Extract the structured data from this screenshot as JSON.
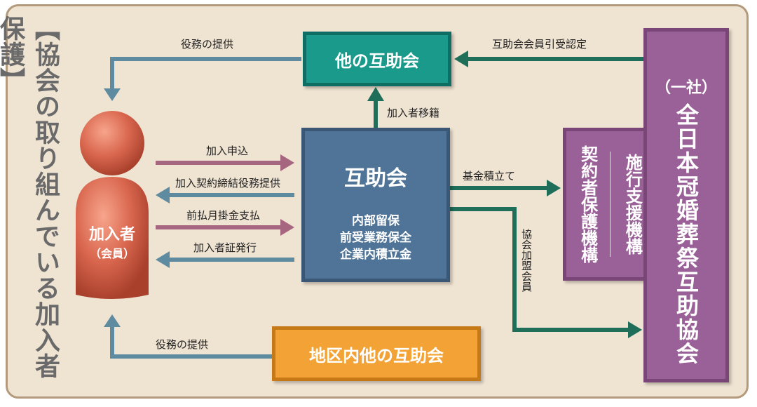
{
  "title": "【協会の取り組んでいる加入者保護】",
  "member": {
    "name": "加入者",
    "sub": "（会員）"
  },
  "mutual_aid": {
    "title": "互助会",
    "details": [
      "内部留保",
      "前受業務保全",
      "企業内積立金"
    ]
  },
  "other_mutual_aid": {
    "label": "他の互助会"
  },
  "district_mutual_aid": {
    "label": "地区内他の互助会"
  },
  "fund_org": {
    "col1": "施行支援機構",
    "col2": "契約者保護機構"
  },
  "association": {
    "prefix": "（一社）",
    "name": "全日本冠婚葬祭互助協会"
  },
  "flows": {
    "service_top": "役務の提供",
    "cert_transfer": "互助会会員引受認定",
    "member_transfer": "加入者移籍",
    "apply": "加入申込",
    "contract": "加入契約締結役務提供",
    "installment": "前払月掛金支払",
    "cert_issue": "加入者証発行",
    "fund_deposit": "基金積立て",
    "membership": "協会加盟会員",
    "service_bottom": "役務の提供"
  },
  "colors": {
    "teal": "#1a9a8a",
    "steel_blue": "#4f7497",
    "orange": "#f3a335",
    "purple": "#9a6198",
    "arrow_blue": "#5e8ba0",
    "arrow_mauve": "#a7667f",
    "arrow_green": "#1e6e5a",
    "person": "#d9664e",
    "background": "#efe3d2"
  }
}
